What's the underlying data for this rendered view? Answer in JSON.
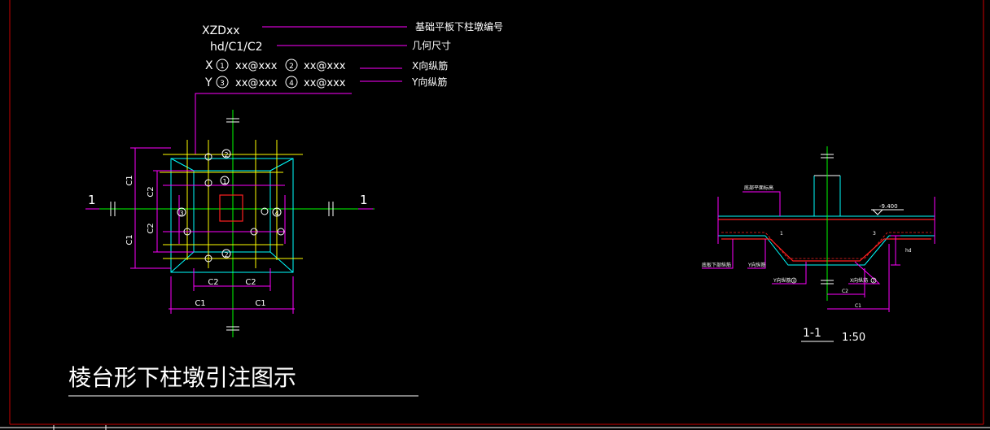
{
  "colors": {
    "background": "#000000",
    "frame": "#cc0000",
    "magenta": "#ff00ff",
    "cyan": "#00ffff",
    "yellow": "#ffff00",
    "green": "#00ff00",
    "white": "#ffffff",
    "red": "#ff2020",
    "gray": "#c8c8c8"
  },
  "annotation": {
    "code": "XZDxx",
    "code_desc": "基础平板下柱墩编号",
    "geometry": "hd/C1/C2",
    "geometry_desc": "几何尺寸",
    "x_rebar_prefix": "X",
    "x_rebar_1": "xx@xxx",
    "x_rebar_2": "xx@xxx",
    "x_rebar_desc": "X向纵筋",
    "y_rebar_prefix": "Y",
    "y_rebar_1": "xx@xxx",
    "y_rebar_2": "xx@xxx",
    "y_rebar_desc": "Y向纵筋",
    "circled_1": "1",
    "circled_2": "2",
    "circled_3": "3",
    "circled_4": "4"
  },
  "plan": {
    "section_mark": "1",
    "dim_c1": "C1",
    "dim_c2": "C2",
    "bar_1": "1",
    "bar_2": "2",
    "bar_3": "3",
    "bar_4": "4"
  },
  "section": {
    "label": "1-1",
    "scale": "1:50",
    "elevation": "-9.400",
    "note_top": "底部平面标高",
    "note_bottom_left": "底板下部纵筋",
    "note_y_bar": "Y向纵筋",
    "note_y_bar2": "Y向纵筋",
    "note_x_bar": "X向纵筋",
    "circ_1": "1",
    "circ_2": "2",
    "circ_3": "3",
    "circ_4": "4",
    "dim_hd": "hd",
    "dim_c1": "C1",
    "dim_c2": "C2"
  },
  "title": "棱台形下柱墩引注图示"
}
